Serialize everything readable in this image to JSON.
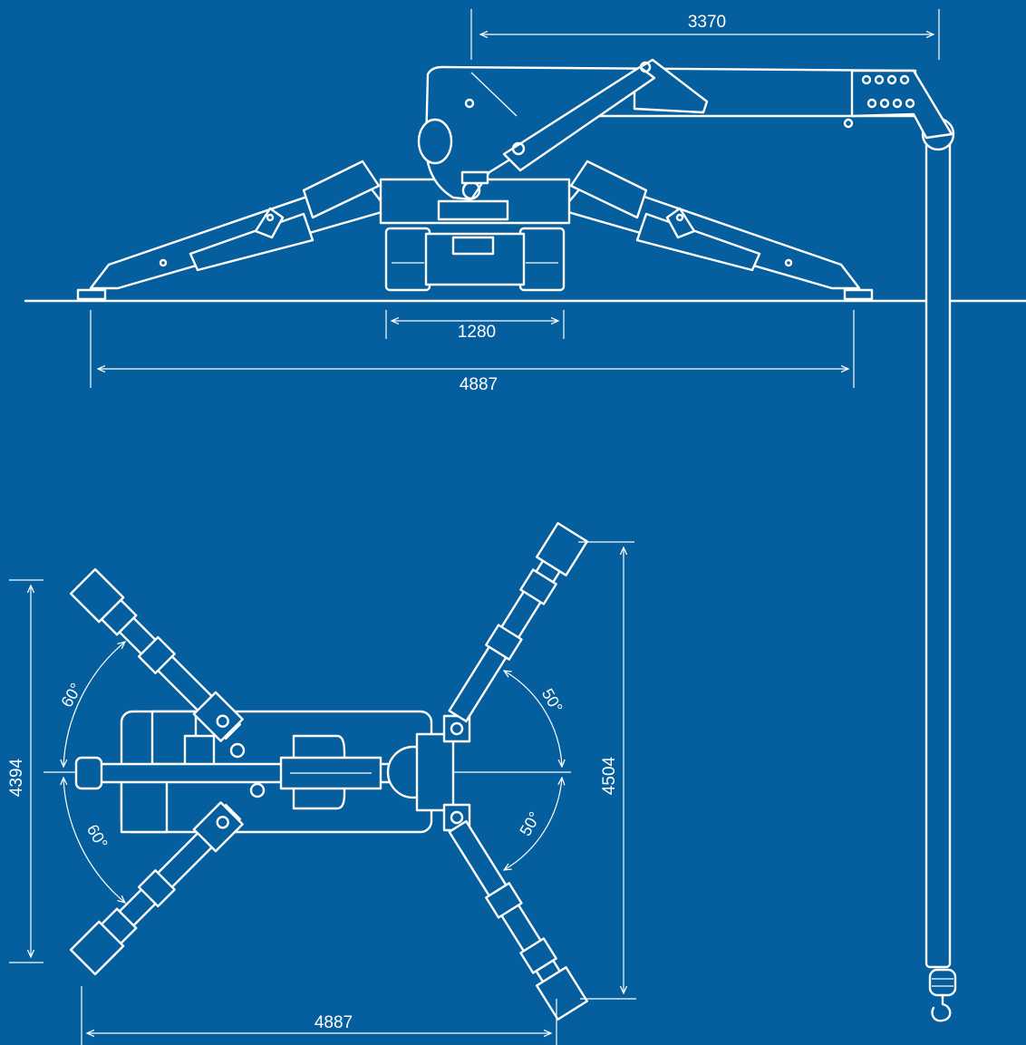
{
  "colors": {
    "background": "#055e9d",
    "line": "#ffffff"
  },
  "side_view": {
    "boom_reach": "3370",
    "track_width": "1280",
    "outrigger_span": "4887"
  },
  "top_view": {
    "height_left": "4394",
    "height_right": "4504",
    "width_bottom": "4887",
    "angle_upper_left": "60°",
    "angle_lower_left": "60°",
    "angle_upper_right": "50°",
    "angle_lower_right": "50°"
  }
}
